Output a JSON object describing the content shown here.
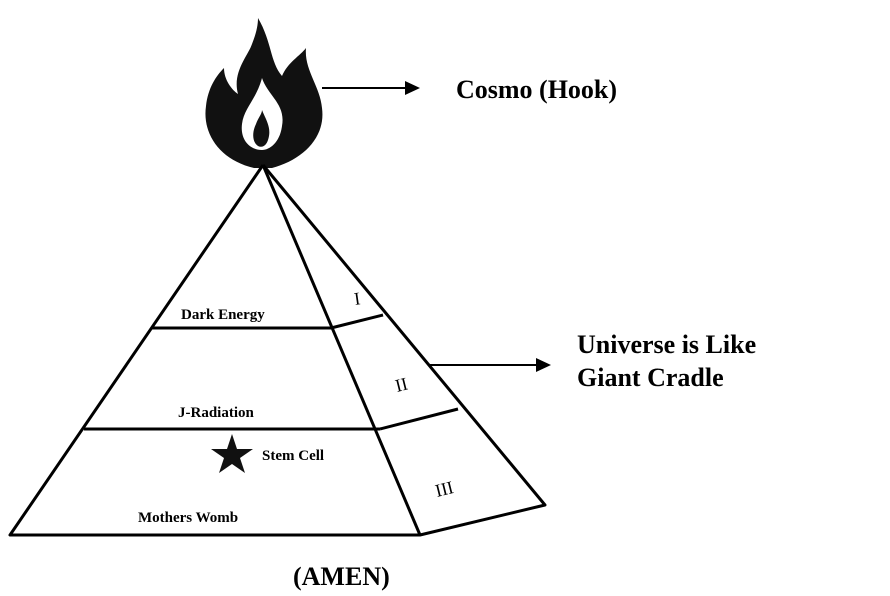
{
  "diagram": {
    "top_label": "Cosmo (Hook)",
    "side_label_line1": "Universe is Like",
    "side_label_line2": "Giant Cradle",
    "caption": "(AMEN)",
    "front_tiers": [
      {
        "label": "Dark Energy"
      },
      {
        "label": "J-Radiation"
      },
      {
        "label": "Stem Cell",
        "marker": "star-icon"
      },
      {
        "label": "Mothers Womb"
      }
    ],
    "side_numerals": [
      "I",
      "II",
      "III"
    ],
    "apex_symbol": "flame-icon"
  }
}
